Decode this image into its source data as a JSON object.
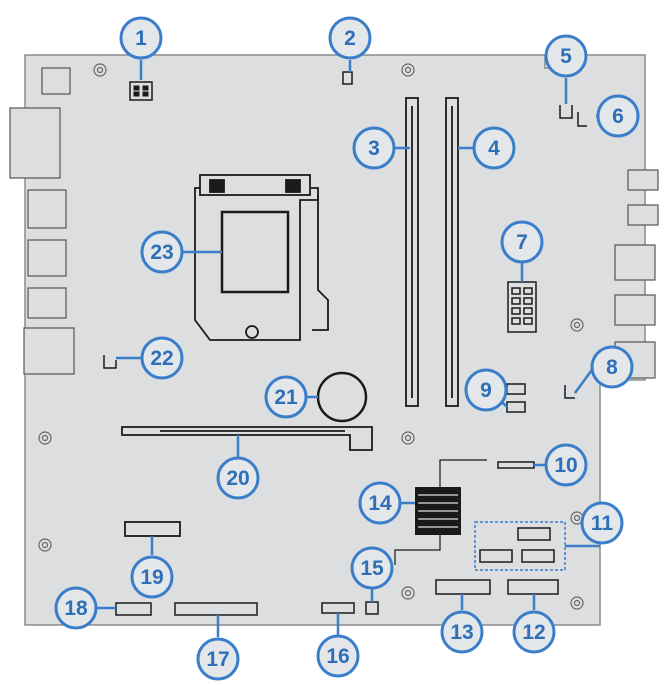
{
  "colors": {
    "board": "#dcdee0",
    "board_edge": "#8a8c8e",
    "component": "#1a1a1a",
    "callout": "#3a7dc9",
    "callout_fill": "#e4e7ea",
    "callout_text": "#2e6fb7"
  },
  "callouts": [
    {
      "label": "1",
      "name": "callout-1"
    },
    {
      "label": "2",
      "name": "callout-2"
    },
    {
      "label": "3",
      "name": "callout-3"
    },
    {
      "label": "4",
      "name": "callout-4"
    },
    {
      "label": "5",
      "name": "callout-5"
    },
    {
      "label": "6",
      "name": "callout-6"
    },
    {
      "label": "7",
      "name": "callout-7"
    },
    {
      "label": "8",
      "name": "callout-8"
    },
    {
      "label": "9",
      "name": "callout-9"
    },
    {
      "label": "10",
      "name": "callout-10"
    },
    {
      "label": "11",
      "name": "callout-11"
    },
    {
      "label": "12",
      "name": "callout-12"
    },
    {
      "label": "13",
      "name": "callout-13"
    },
    {
      "label": "14",
      "name": "callout-14"
    },
    {
      "label": "15",
      "name": "callout-15"
    },
    {
      "label": "16",
      "name": "callout-16"
    },
    {
      "label": "17",
      "name": "callout-17"
    },
    {
      "label": "18",
      "name": "callout-18"
    },
    {
      "label": "19",
      "name": "callout-19"
    },
    {
      "label": "20",
      "name": "callout-20"
    },
    {
      "label": "21",
      "name": "callout-21"
    },
    {
      "label": "22",
      "name": "callout-22"
    },
    {
      "label": "23",
      "name": "callout-23"
    }
  ]
}
